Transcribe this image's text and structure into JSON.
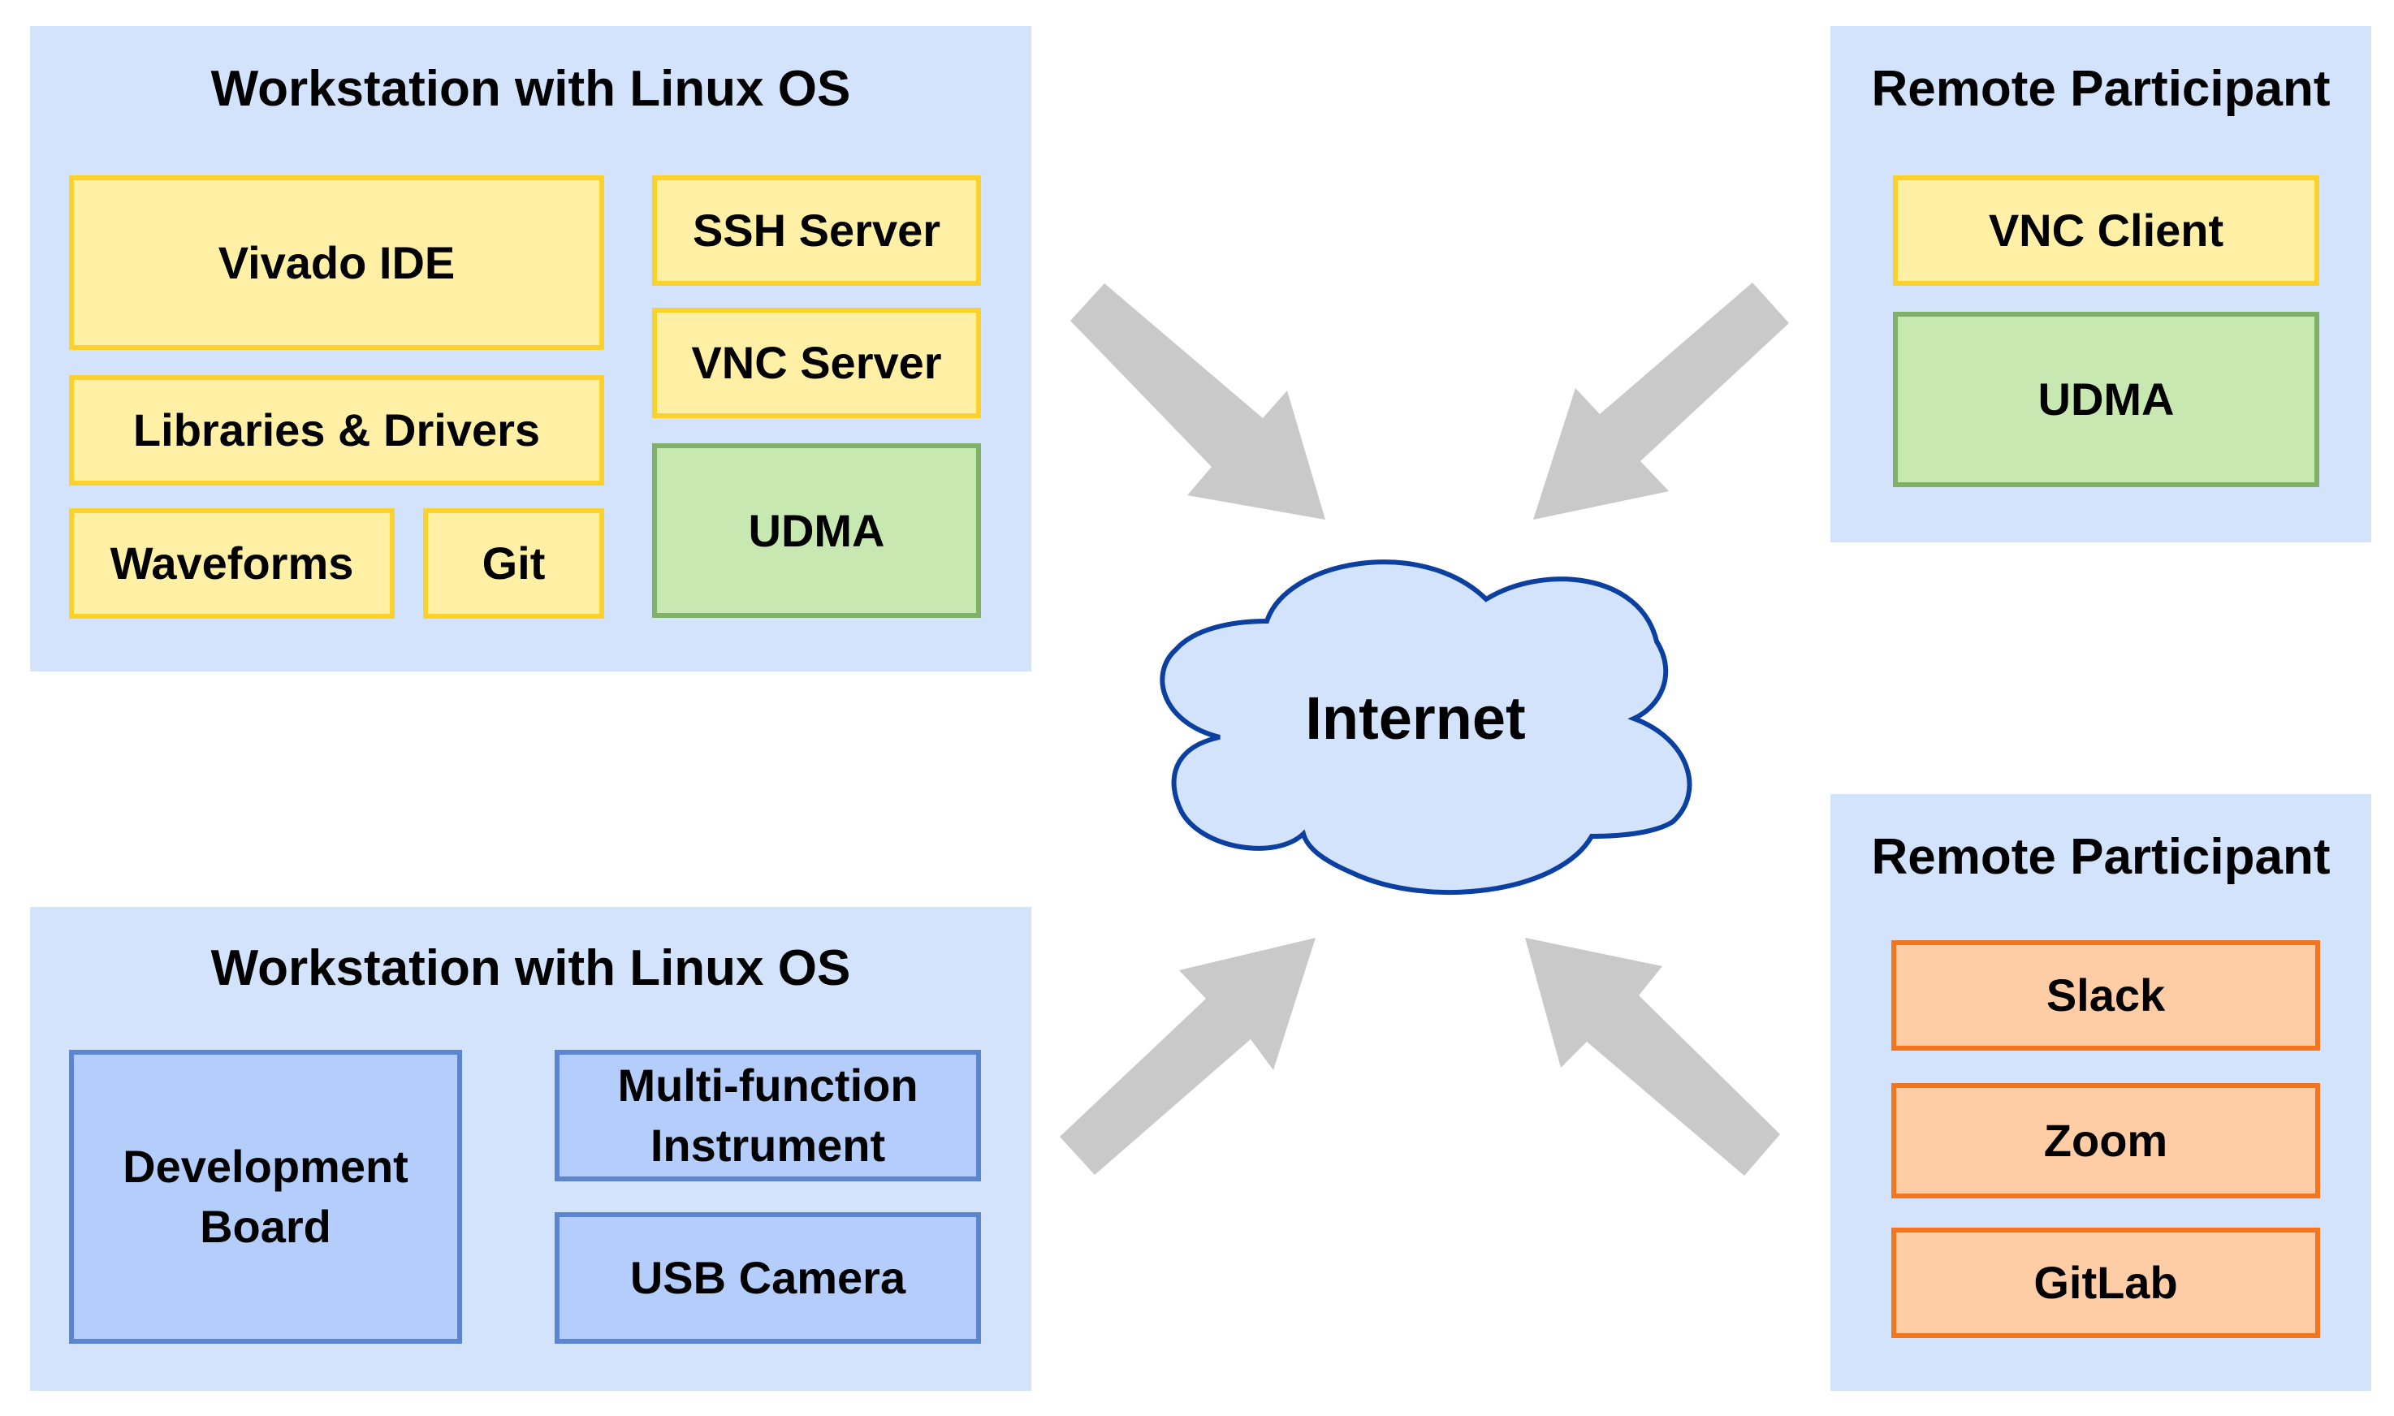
{
  "workstation_top": {
    "title": "Workstation with Linux OS",
    "vivado": "Vivado IDE",
    "ssh": "SSH Server",
    "vnc_server": "VNC Server",
    "libraries": "Libraries & Drivers",
    "waveforms": "Waveforms",
    "git": "Git",
    "udma": "UDMA"
  },
  "workstation_bottom": {
    "title": "Workstation with Linux OS",
    "dev_board_line1": "Development",
    "dev_board_line2": "Board",
    "mfi_line1": "Multi-function",
    "mfi_line2": "Instrument",
    "usb_camera": "USB Camera"
  },
  "remote_top": {
    "title": "Remote Participant",
    "vnc_client": "VNC Client",
    "udma": "UDMA"
  },
  "remote_bottom": {
    "title": "Remote Participant",
    "slack": "Slack",
    "zoom": "Zoom",
    "gitlab": "GitLab"
  },
  "cloud": {
    "label": "Internet"
  },
  "colors": {
    "panel_bg": "#d4e3fc",
    "yellow_fill": "#fff0a5",
    "yellow_border": "#fbd12a",
    "green_fill": "#c7e8b0",
    "green_border": "#7fb268",
    "blue_fill": "#b4cdfb",
    "blue_border": "#5b85ce",
    "orange_fill": "#fecca5",
    "orange_border": "#f5741e",
    "cloud_fill": "#d4e3fc",
    "cloud_border": "#0b3fa0",
    "arrow": "#c9c9c9"
  }
}
